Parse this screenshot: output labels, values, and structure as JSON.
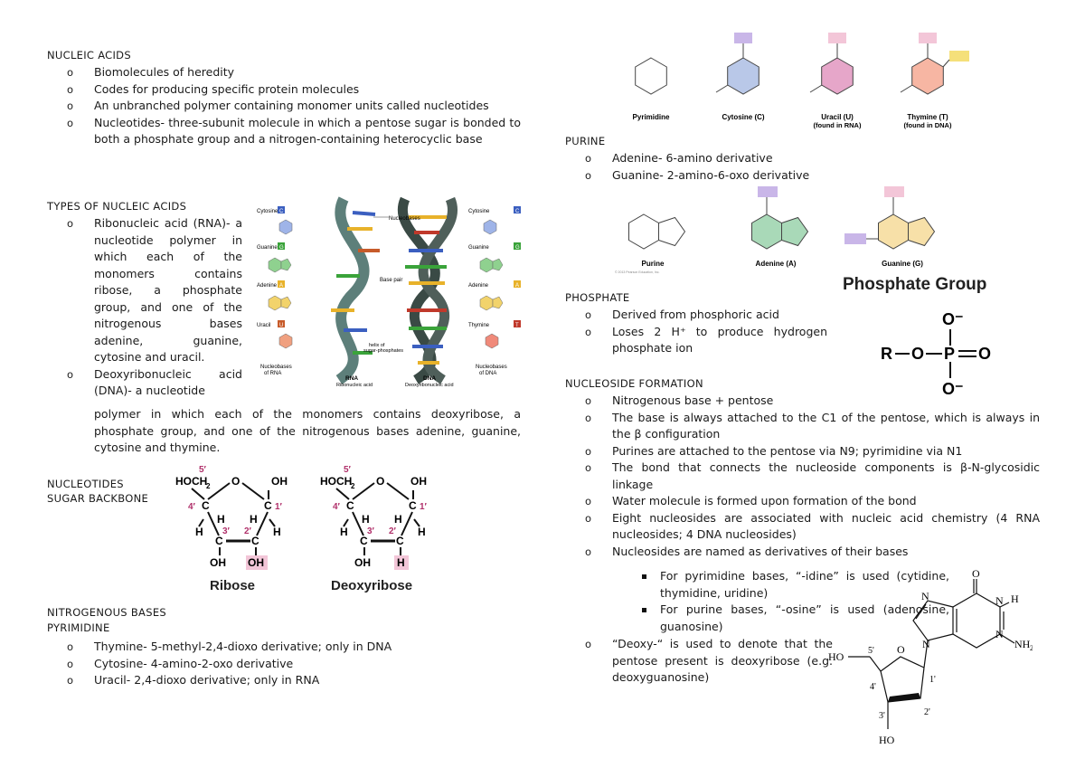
{
  "nucleic": {
    "heading": "NUCLEIC ACIDS",
    "items": [
      "Biomolecules of heredity",
      "Codes for producing specific protein molecules",
      "An unbranched polymer containing monomer units called nucleotides",
      "Nucleotides- three-subunit molecule in which a pentose sugar is bonded to both a phosphate group and a nitrogen-containing heterocyclic base"
    ]
  },
  "types": {
    "heading": "TYPES OF NUCLEIC ACIDS",
    "rna": "Ribonucleic acid (RNA)- a nucleotide polymer in which each of the monomers contains ribose, a phosphate group, and one of the nitrogenous bases adenine, guanine, cytosine and uracil.",
    "dna_short": "Deoxyribonucleic acid (DNA)- a nucleotide",
    "dna_rest": "polymer in which each of the monomers contains deoxyribose, a phosphate group, and one of the nitrogenous bases adenine, guanine, cytosine and thymine."
  },
  "helix_figure": {
    "left_bases": [
      "Cytosine",
      "Guanine",
      "Adenine",
      "Uracil"
    ],
    "left_codes": [
      "C",
      "G",
      "A",
      "U"
    ],
    "left_caption": [
      "Nucleobases",
      "of RNA"
    ],
    "right_bases": [
      "Cytosine",
      "Guanine",
      "Adenine",
      "Thymine"
    ],
    "right_codes": [
      "C",
      "G",
      "A",
      "T"
    ],
    "right_caption": [
      "Nucleobases",
      "of DNA"
    ],
    "label_nucleobases": "Nucleobases",
    "label_base_pair": "Base pair",
    "label_helix": [
      "helix of",
      "sugar-phosphates"
    ],
    "rna_title": "RNA",
    "rna_sub": "Ribonucleic acid",
    "dna_title": "DNA",
    "dna_sub": "Deoxyribonucleic acid",
    "colors": {
      "C": "#3b5fc0",
      "G": "#3aa33a",
      "A": "#e8b22a",
      "U": "#c75b2a",
      "T": "#c0392b"
    }
  },
  "nucleotides": {
    "heading1": "NUCLEOTIDES",
    "heading2": "SUGAR BACKBONE",
    "ribose_label": "Ribose",
    "deoxyribose_label": "Deoxyribose"
  },
  "sugar_atoms": {
    "hoch2": "HOCH",
    "sub2": "2",
    "five_prime": "5′",
    "four_prime": "4′",
    "three_prime": "3′",
    "two_prime": "2′",
    "one_prime": "1′",
    "O": "O",
    "OH": "OH",
    "H": "H",
    "C": "C"
  },
  "nitrogenous": {
    "heading": "NITROGENOUS BASES",
    "pyrimidine_heading": "PYRIMIDINE",
    "items": [
      "Thymine- 5-methyl-2,4-dioxo derivative; only in DNA",
      "Cytosine- 4-amino-2-oxo derivative",
      "Uracil- 2,4-dioxo derivative; only in RNA"
    ]
  },
  "pyrimidine_figure": {
    "labels": [
      "Pyrimidine",
      "Cytosine (C)",
      "Uracil (U)",
      "Thymine (T)"
    ],
    "sublabels": [
      "",
      "",
      "(found in RNA)",
      "(found in DNA)"
    ],
    "colors": [
      "#ffffff",
      "#b9c8e8",
      "#e6a6c9",
      "#f7b6a3"
    ]
  },
  "purine": {
    "heading": "PURINE",
    "items": [
      "Adenine- 6-amino derivative",
      "Guanine- 2-amino-6-oxo derivative"
    ],
    "fig_labels": [
      "Purine",
      "Adenine (A)",
      "Guanine (G)"
    ],
    "fig_colors": [
      "#ffffff",
      "#a9d9b8",
      "#f7e0a8"
    ],
    "copyright": "© 2013 Pearson Education, Inc."
  },
  "phosphate": {
    "heading": "PHOSPHATE",
    "items": [
      "Derived from phosphoric acid",
      "Loses 2 H⁺ to produce hydrogen phosphate ion"
    ],
    "figure_title": "Phosphate Group",
    "formula": [
      "R",
      "O",
      "P",
      "O",
      "O⁻",
      "O⁻"
    ]
  },
  "nucleoside": {
    "heading": "NUCLEOSIDE FORMATION",
    "items": [
      "Nitrogenous base + pentose",
      "The base is always attached to the C1 of the pentose, which is always in the β configuration",
      "Purines are attached to the pentose via N9; pyrimidine via N1",
      "The bond that connects the nucleoside components is β-N-glycosidic linkage",
      "Water molecule is formed upon formation of the bond",
      "Eight nucleosides are associated with nucleic acid chemistry (4 RNA nucleosides; 4 DNA nucleosides)",
      "Nucleosides are named as derivatives of their bases"
    ],
    "subitems": [
      "For pyrimidine bases, “-idine” is used (cytidine, thymidine, uridine)",
      "For purine bases, “-osine” is used (adenosine, guanosine)"
    ],
    "deoxy": "“Deoxy-“ is used to denote that the pentose present is deoxyribose (e.g. deoxyguanosine)"
  },
  "deoxyguanosine_atoms": {
    "O": "O",
    "H": "H",
    "N": "N",
    "NH2": "NH",
    "sub2": "2",
    "HO": "HO",
    "p5": "5'",
    "p4": "4'",
    "p3": "3'",
    "p2": "2'",
    "p1": "1'"
  }
}
